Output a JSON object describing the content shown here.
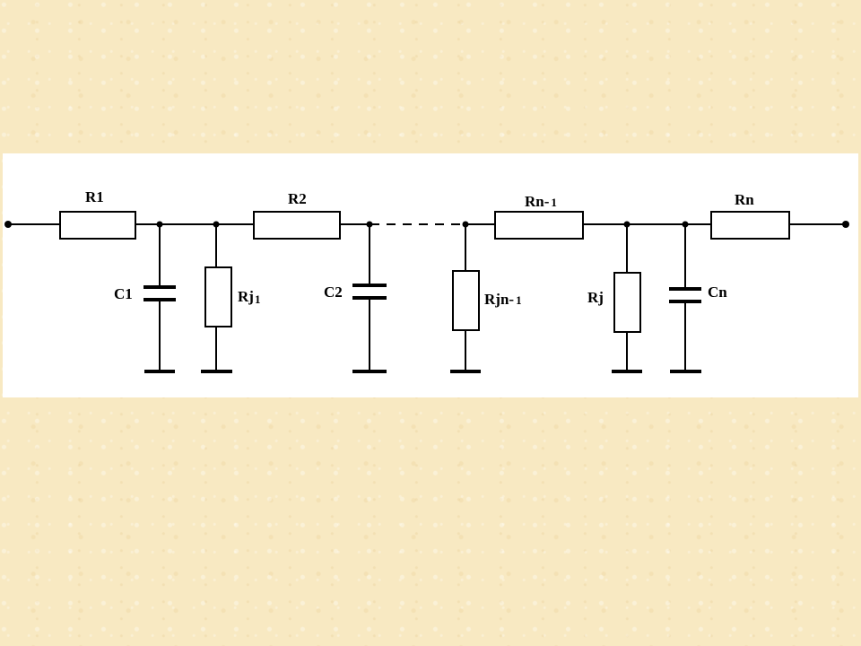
{
  "diagram": {
    "labels": {
      "r1": "R1",
      "r2": "R2",
      "rn_1": "Rn-",
      "rn_1_sub": "1",
      "rn": "Rn",
      "c1": "C1",
      "rj1": "Rj",
      "rj1_sub": "1",
      "c2": "C2",
      "rjn_1": "Rjn-",
      "rjn_1_sub": "1",
      "rj": "Rj",
      "cn": "Cn"
    },
    "colors": {
      "wire": "#000000",
      "panel": "#ffffff",
      "background": "#f8e9c2"
    }
  }
}
